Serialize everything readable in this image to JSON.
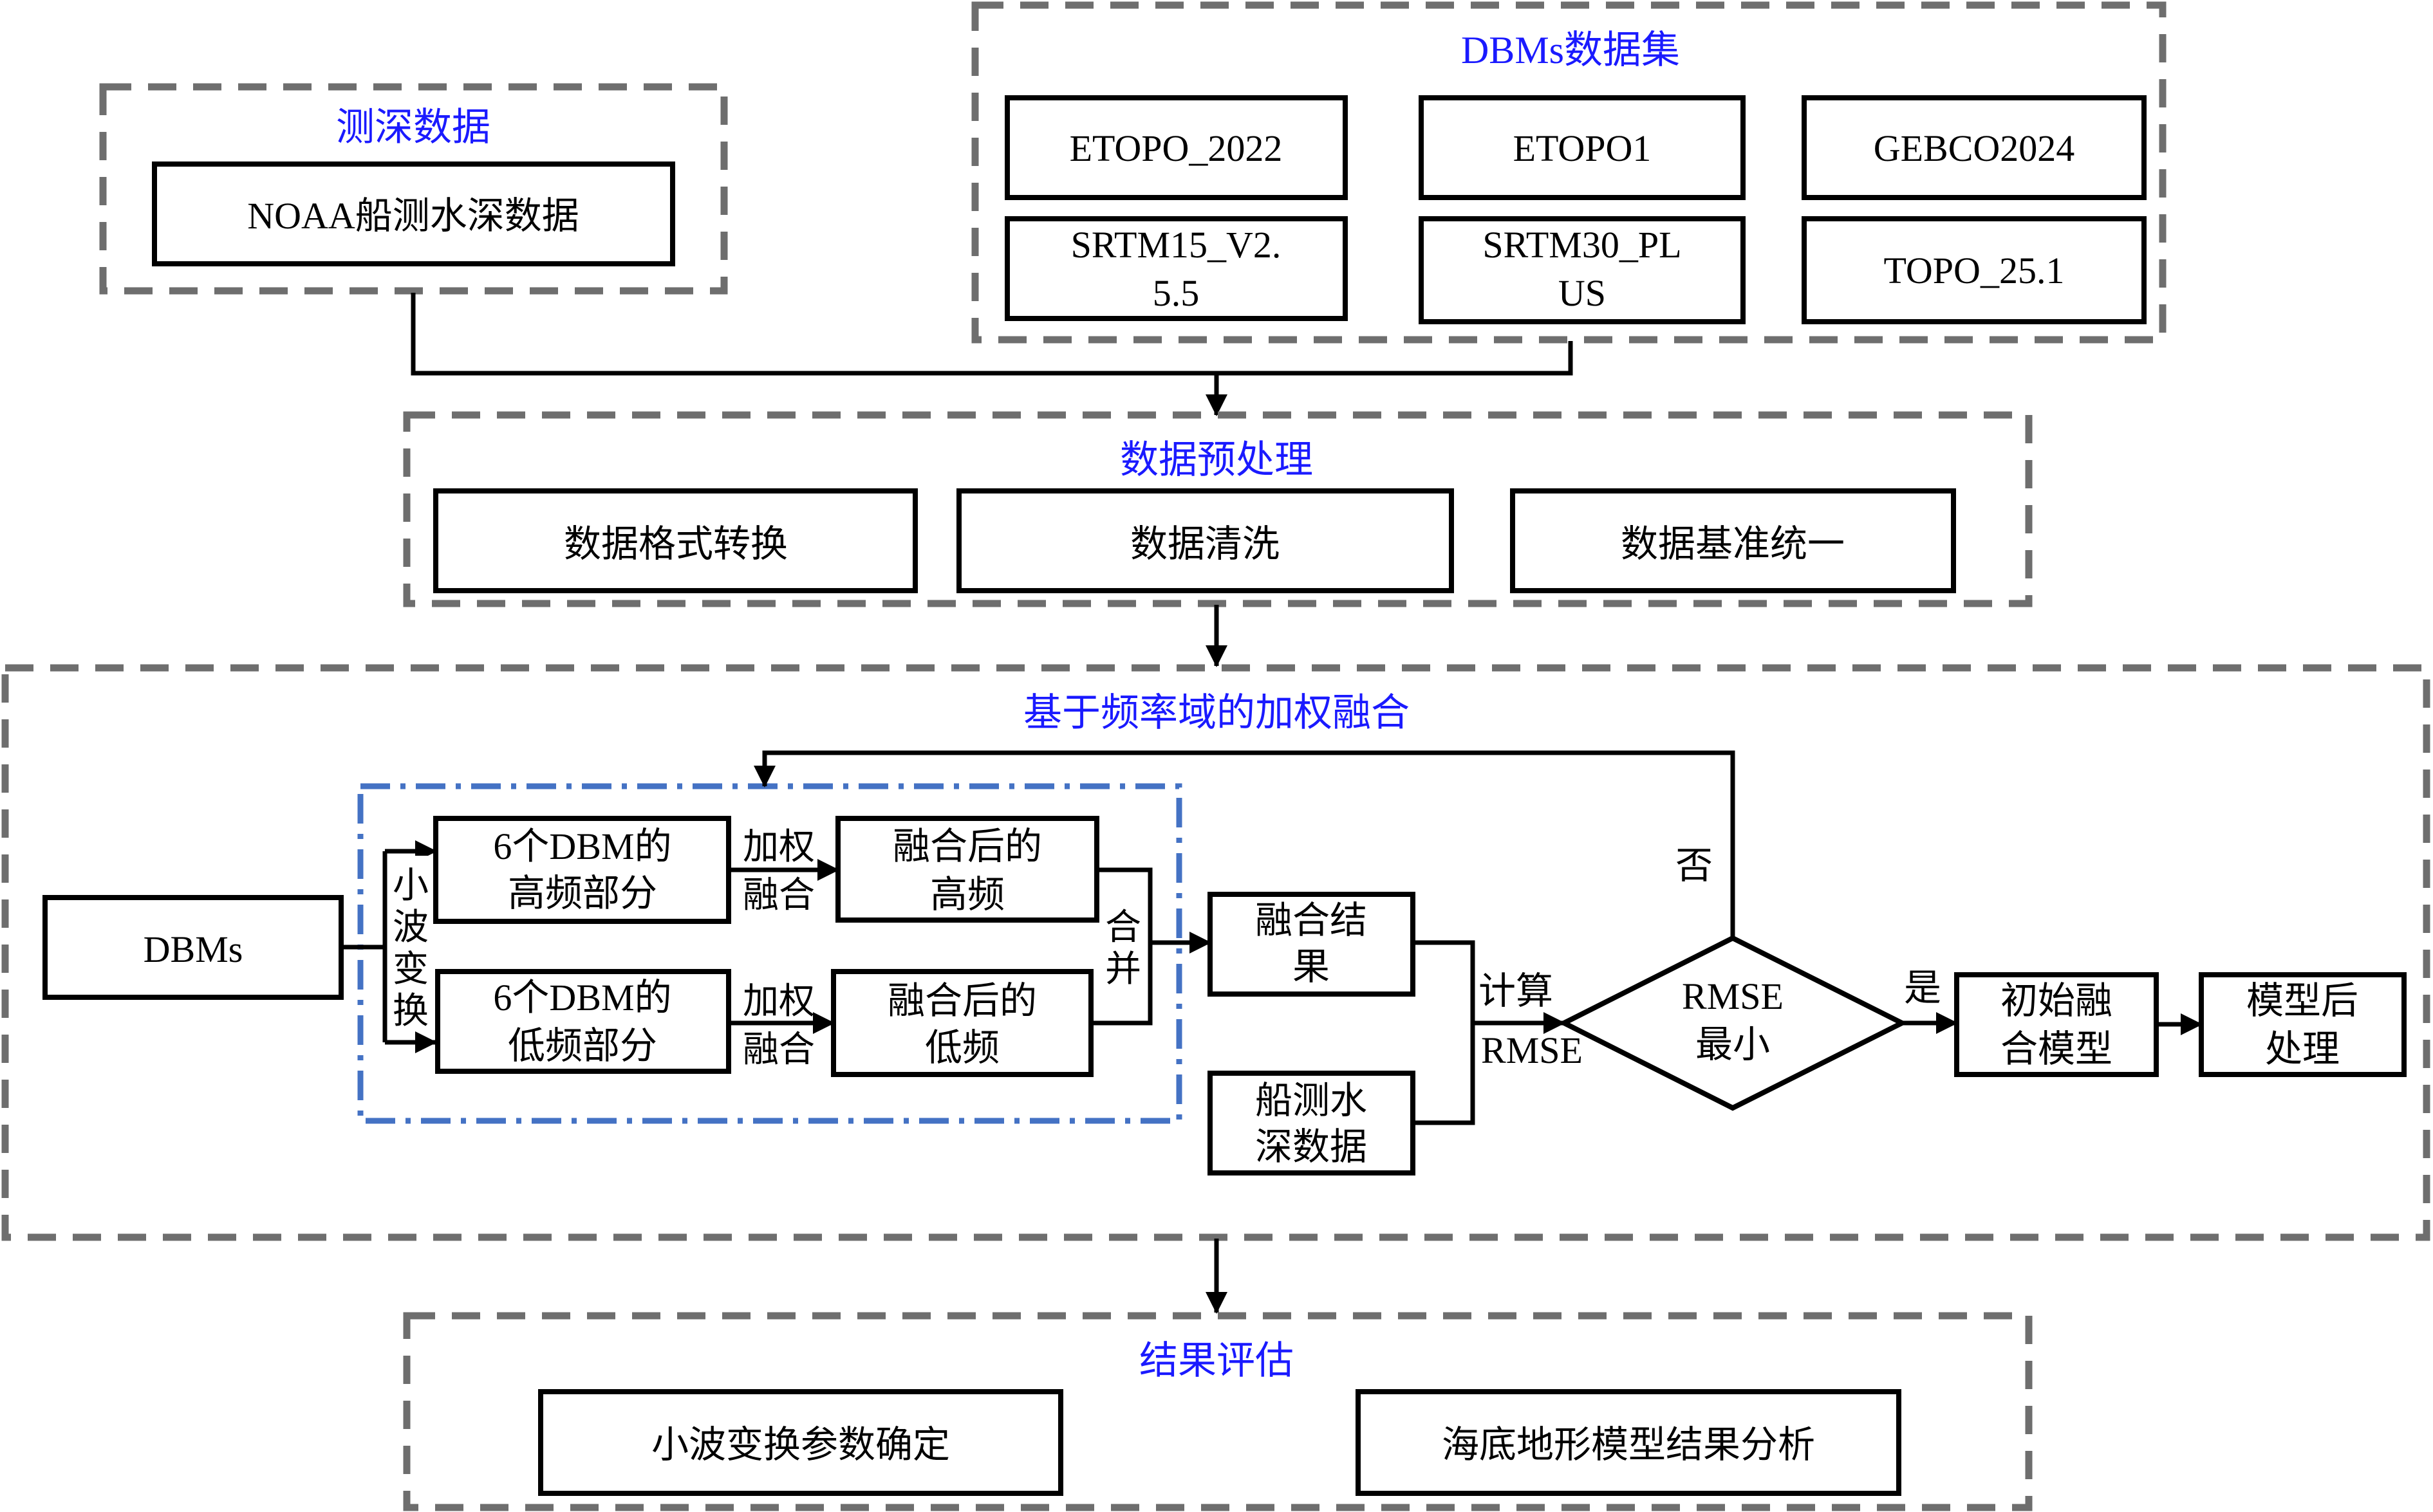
{
  "colors": {
    "title_text": "#1a1aff",
    "box_border": "#000000",
    "dash_gray": "#6e6e6e",
    "dash_blue": "#4472c4"
  },
  "sounding": {
    "title": "测深数据",
    "box": "NOAA船测水深数据"
  },
  "dbm_set": {
    "title": "DBMs数据集",
    "items": [
      {
        "lines": [
          "ETOPO_2022"
        ]
      },
      {
        "lines": [
          "ETOPO1"
        ]
      },
      {
        "lines": [
          "GEBCO2024"
        ]
      },
      {
        "lines": [
          "SRTM15_V2.",
          "5.5"
        ]
      },
      {
        "lines": [
          "SRTM30_PL",
          "US"
        ]
      },
      {
        "lines": [
          "TOPO_25.1"
        ]
      }
    ]
  },
  "preprocess": {
    "title": "数据预处理",
    "items": [
      "数据格式转换",
      "数据清洗",
      "数据基准统一"
    ]
  },
  "fusion": {
    "title": "基于频率域的加权融合",
    "dbms": "DBMs",
    "wavelet": [
      "小",
      "波",
      "变",
      "换"
    ],
    "high_part": [
      "6个DBM的",
      "高频部分"
    ],
    "low_part": [
      "6个DBM的",
      "低频部分"
    ],
    "weighted_high": [
      "加权",
      "融合"
    ],
    "weighted_low": [
      "加权",
      "融合"
    ],
    "fused_high": [
      "融合后的",
      "高频"
    ],
    "fused_low": [
      "融合后的",
      "低频"
    ],
    "merge": [
      "合",
      "并"
    ],
    "result": [
      "融合结",
      "果"
    ],
    "ship": [
      "船测水",
      "深数据"
    ],
    "calc": [
      "计算",
      "RMSE"
    ],
    "decision": [
      "RMSE",
      "最小"
    ],
    "no": "否",
    "yes": "是",
    "initial": [
      "初始融",
      "合模型"
    ],
    "post": [
      "模型后",
      "处理"
    ]
  },
  "evaluation": {
    "title": "结果评估",
    "items": [
      "小波变换参数确定",
      "海底地形模型结果分析"
    ]
  }
}
